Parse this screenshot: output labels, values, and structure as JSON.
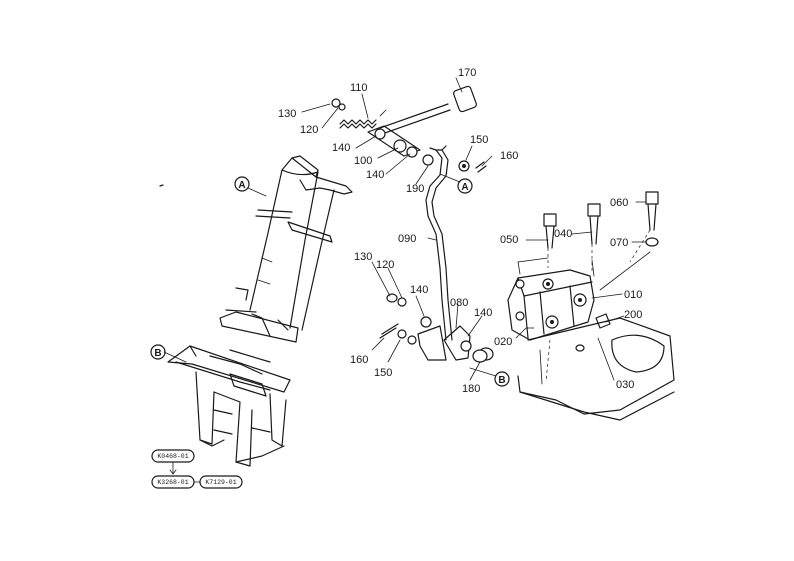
{
  "callouts": {
    "p170": "170",
    "p110": "110",
    "p130a": "130",
    "p120a": "120",
    "p140a": "140",
    "p100": "100",
    "p140b": "140",
    "p190": "190",
    "p150a": "150",
    "p160a": "160",
    "p090": "090",
    "p130b": "130",
    "p120b": "120",
    "p140c": "140",
    "p080": "080",
    "p140d": "140",
    "p160b": "160",
    "p150b": "150",
    "p180": "180",
    "p020": "020",
    "p030": "030",
    "p010": "010",
    "p200": "200",
    "p050": "050",
    "p040": "040",
    "p060": "060",
    "p070": "070"
  },
  "refs": {
    "a1": "A",
    "a2": "A",
    "b1": "B",
    "b2": "B"
  },
  "serials": {
    "s1": "K0468-01",
    "s2": "K3268-01",
    "s3": "K7129-01"
  }
}
